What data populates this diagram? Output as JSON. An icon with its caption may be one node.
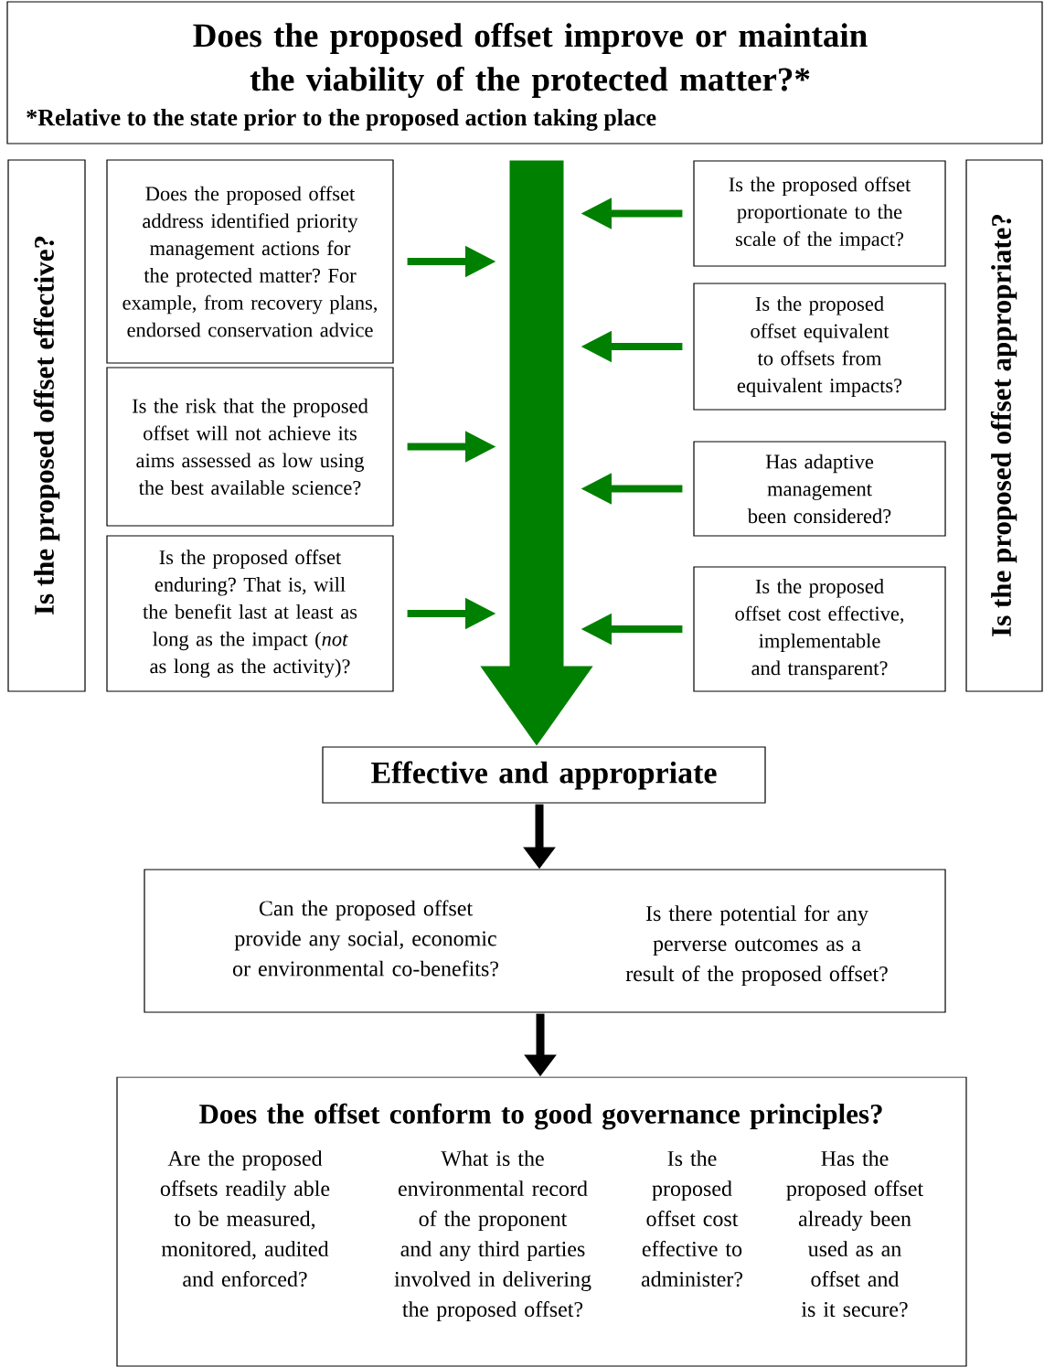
{
  "diagram": {
    "nodes": [
      {
        "text": [
          "Does the proposed offset improve or maintain the viability of the protected matter?*",
          "*Relative to the state prior to the proposed action taking place"
        ]
      },
      {
        "text": [
          "Is the proposed offset effective?"
        ]
      },
      {
        "text": [
          "Does the proposed offset address identified priority management actions for the protected matter? For example, from recovery plans, endorsed conservation advice"
        ]
      },
      {
        "text": [
          "Is the risk that the proposed offset will not achieve its aims assessed as low using the best available science?"
        ]
      },
      {
        "text": [
          "Is the proposed offset enduring? That is, will the benefit last at least as long as the impact (*not* as long as the activity)?"
        ]
      },
      {
        "text": [
          "Is the proposed offset appropriate?"
        ]
      },
      {
        "text": [
          "Is the proposed offset proportionate to the scale of the impact?"
        ]
      },
      {
        "text": [
          "Is the proposed offset equivalent to offsets from equivalent impacts?"
        ]
      },
      {
        "text": [
          "Has adaptive management been considered?"
        ]
      },
      {
        "text": [
          "Is the proposed offset cost effective, implementable and transparent?"
        ]
      },
      {
        "text": [
          "Effective and appropriate"
        ]
      },
      {
        "text": [
          "Can the proposed offset provide any social, economic or environmental co-benefits?",
          "Is there potential for any perverse outcomes as a result of the proposed offset?"
        ]
      },
      {
        "text": [
          "Does the offset conform to good governance principles?",
          "Are the proposed offsets readily able to be measured, monitored, audited and enforced?",
          "What is the environmental record of the proponent and any third parties involved in delivering the proposed offset?",
          "Is the proposed offset cost effective to administer?",
          "Has the proposed offset already been used as an offset and is it secure?"
        ]
      }
    ],
    "edges": [
      {
        "from": 0,
        "to": 10,
        "arrow": "to",
        "style": "thick"
      },
      {
        "from": 2,
        "to": null,
        "arrow": "to"
      },
      {
        "from": 3,
        "to": null,
        "arrow": "to"
      },
      {
        "from": 4,
        "to": null,
        "arrow": "to"
      },
      {
        "from": 6,
        "to": null,
        "arrow": "to"
      },
      {
        "from": 7,
        "to": null,
        "arrow": "to"
      },
      {
        "from": 8,
        "to": null,
        "arrow": "to"
      },
      {
        "from": 9,
        "to": null,
        "arrow": "to"
      },
      {
        "from": 10,
        "to": 11,
        "arrow": "to",
        "color": "#000000"
      },
      {
        "from": 11,
        "to": 12,
        "arrow": "to",
        "color": "#000000"
      }
    ]
  }
}
